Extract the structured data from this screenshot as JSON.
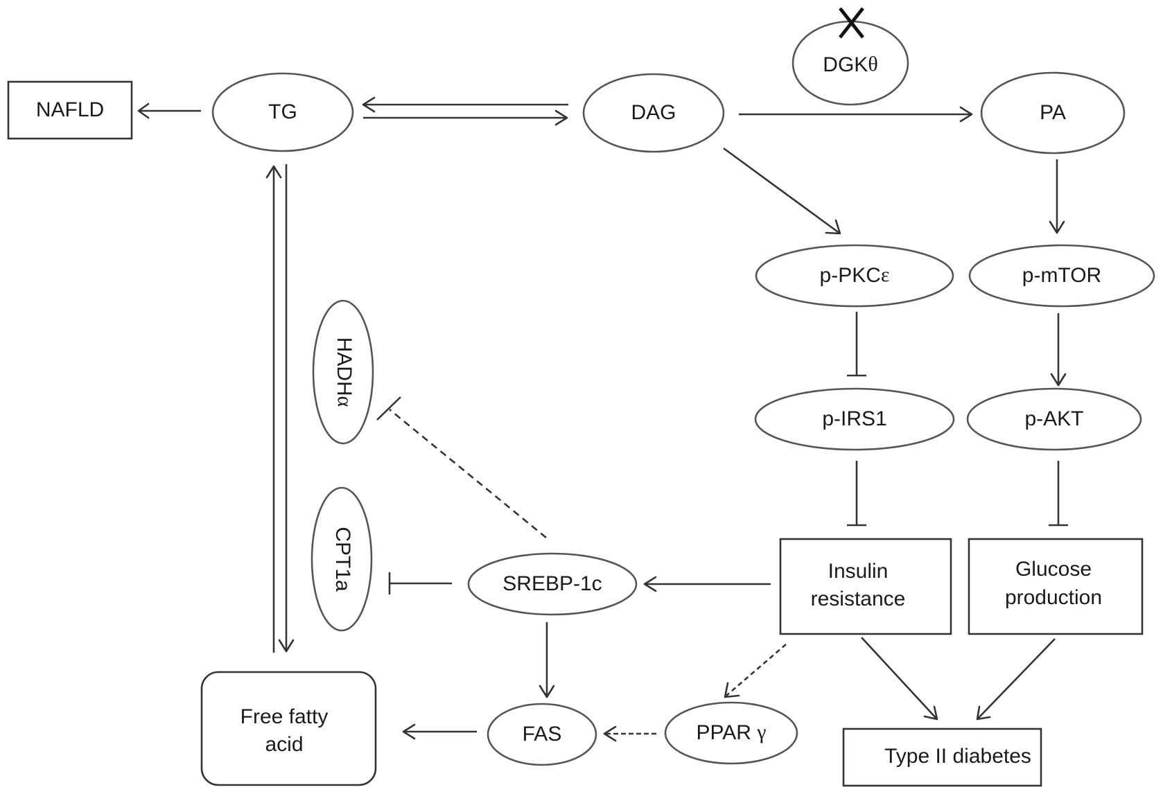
{
  "diagram": {
    "title": "",
    "nodes": {
      "nafld": {
        "label": "NAFLD",
        "shape": "rectangle"
      },
      "tg": {
        "label": "TG",
        "shape": "ellipse"
      },
      "dag": {
        "label": "DAG",
        "shape": "ellipse"
      },
      "dgk": {
        "label_main": "DGK",
        "label_greek": "θ",
        "shape": "ellipse",
        "status_mark": "X (inhibited / knocked out)"
      },
      "pa": {
        "label": "PA",
        "shape": "ellipse"
      },
      "p_pkc": {
        "label_main": "p-PKC",
        "label_greek": "ε",
        "shape": "ellipse"
      },
      "p_mtor": {
        "label": "p-mTOR",
        "shape": "ellipse"
      },
      "p_irs1": {
        "label": "p-IRS1",
        "shape": "ellipse"
      },
      "p_akt": {
        "label": "p-AKT",
        "shape": "ellipse"
      },
      "insulin_resistance": {
        "line1": "Insulin",
        "line2": "resistance",
        "shape": "rectangle"
      },
      "glucose_production": {
        "line1": "Glucose",
        "line2": "production",
        "shape": "rectangle"
      },
      "type2_diabetes": {
        "label": "Type II diabetes",
        "shape": "rectangle"
      },
      "hadh": {
        "label_main": "HADH",
        "label_greek": "α",
        "shape": "ellipse",
        "orientation": "vertical"
      },
      "cpt1a": {
        "label": "CPT1a",
        "shape": "ellipse",
        "orientation": "vertical"
      },
      "srebp": {
        "label": "SREBP-1c",
        "shape": "ellipse"
      },
      "fas": {
        "label": "FAS",
        "shape": "ellipse"
      },
      "ppar": {
        "label_main": "PPAR ",
        "label_greek": "γ",
        "shape": "ellipse"
      },
      "ffa": {
        "line1": "Free fatty",
        "line2": "acid",
        "shape": "rounded-rectangle"
      }
    },
    "edges": [
      {
        "from": "TG",
        "to": "NAFLD",
        "type": "activation"
      },
      {
        "from": "DAG",
        "to": "TG",
        "type": "activation"
      },
      {
        "from": "TG",
        "to": "DAG",
        "type": "activation"
      },
      {
        "from": "DAG",
        "to": "PA",
        "type": "activation",
        "via": "DGKθ"
      },
      {
        "from": "DAG",
        "to": "p-PKCε",
        "type": "activation"
      },
      {
        "from": "PA",
        "to": "p-mTOR",
        "type": "activation"
      },
      {
        "from": "p-PKCε",
        "to": "p-IRS1",
        "type": "inhibition"
      },
      {
        "from": "p-mTOR",
        "to": "p-AKT",
        "type": "activation"
      },
      {
        "from": "p-IRS1",
        "to": "Insulin resistance",
        "type": "inhibition"
      },
      {
        "from": "p-AKT",
        "to": "Glucose production",
        "type": "inhibition"
      },
      {
        "from": "Insulin resistance",
        "to": "Type II diabetes",
        "type": "activation"
      },
      {
        "from": "Glucose production",
        "to": "Type II diabetes",
        "type": "activation"
      },
      {
        "from": "Insulin resistance",
        "to": "SREBP-1c",
        "type": "activation"
      },
      {
        "from": "Insulin resistance",
        "to": "PPAR γ",
        "type": "activation",
        "style": "dashed"
      },
      {
        "from": "SREBP-1c",
        "to": "CPT1a",
        "type": "inhibition"
      },
      {
        "from": "SREBP-1c",
        "to": "HADHα",
        "type": "inhibition",
        "style": "dashed"
      },
      {
        "from": "SREBP-1c",
        "to": "FAS",
        "type": "activation"
      },
      {
        "from": "PPAR γ",
        "to": "FAS",
        "type": "activation",
        "style": "dashed"
      },
      {
        "from": "FAS",
        "to": "Free fatty acid",
        "type": "activation"
      },
      {
        "from": "Free fatty acid",
        "to": "TG",
        "type": "activation"
      },
      {
        "from": "TG",
        "to": "Free fatty acid",
        "type": "activation"
      }
    ],
    "colors": {
      "stroke": "#333333",
      "text": "#1a1a1a",
      "background": "#ffffff"
    }
  }
}
